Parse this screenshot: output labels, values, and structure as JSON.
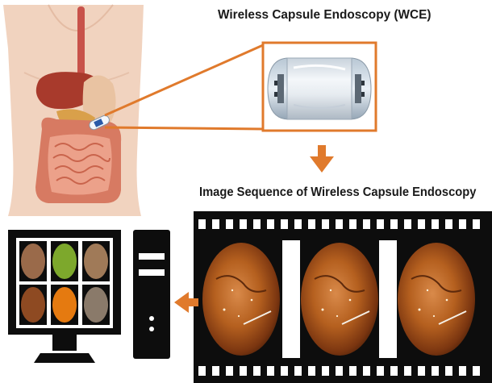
{
  "labels": {
    "wce_title": "Wireless Capsule Endoscopy (WCE)",
    "sequence_title": "Image Sequence of Wireless Capsule Endoscopy"
  },
  "colors": {
    "accent_orange": "#e07a2c",
    "film_black": "#0d0d0d",
    "skin": "#f2d2bc",
    "liver": "#a83a2c",
    "stomach": "#e9c3a2",
    "intestine": "#e58b73",
    "endoscopy_tissue": "#9c4a1a"
  },
  "icons": {
    "anatomy": "human-torso-digestive-system",
    "capsule": "capsule-camera",
    "down_arrow": "arrow-down-icon",
    "left_arrow": "arrow-left-icon",
    "monitor": "monitor-icon",
    "tower": "computer-tower-icon"
  },
  "monitor_thumbnails": [
    {
      "tone": "#9a6a4a"
    },
    {
      "tone": "#7da82c"
    },
    {
      "tone": "#a07a58"
    },
    {
      "tone": "#8e4a22"
    },
    {
      "tone": "#e57a10"
    },
    {
      "tone": "#8a7a6a"
    }
  ]
}
